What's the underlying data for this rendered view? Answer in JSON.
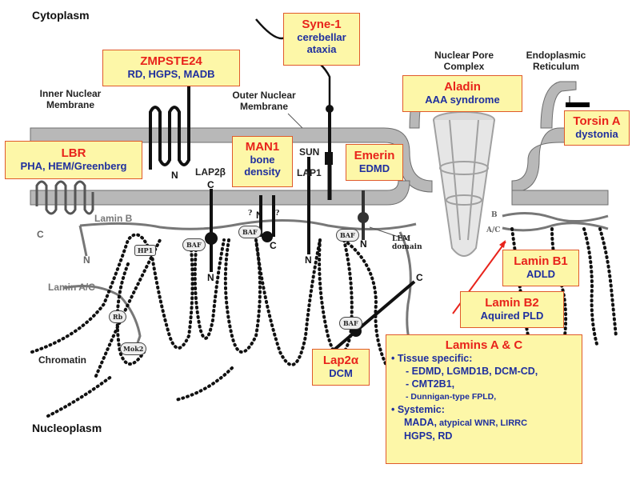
{
  "regions": {
    "cytoplasm": "Cytoplasm",
    "nucleoplasm": "Nucleoplasm",
    "chromatin": "Chromatin"
  },
  "labels": {
    "inner_membrane": [
      "Inner Nuclear",
      "Membrane"
    ],
    "outer_membrane": [
      "Outer Nuclear",
      "Membrane"
    ],
    "nuclear_pore": [
      "Nuclear Pore",
      "Complex"
    ],
    "er": [
      "Endoplasmic",
      "Reticulum"
    ],
    "lamin_b": "Lamin B",
    "lamin_ac": "Lamin A/C",
    "lap2b": "LAP2β",
    "sun": "SUN",
    "lap1": "LAP1",
    "lem_domain": [
      "LEM",
      "domain"
    ],
    "b": "B",
    "ac": "A/C",
    "question": "?"
  },
  "proteins_small": {
    "baf": "BAF",
    "hp1": "HP1",
    "rb": "Rb",
    "mok2": "Mok2"
  },
  "termini": {
    "n": "N",
    "c": "C"
  },
  "boxes": {
    "zmpste24": {
      "title": "ZMPSTE24",
      "sub": "RD, HGPS, MADB"
    },
    "syne1": {
      "title": "Syne-1",
      "sub1": "cerebellar",
      "sub2": "ataxia"
    },
    "aladin": {
      "title": "Aladin",
      "sub": "AAA syndrome"
    },
    "torsin": {
      "title": "Torsin A",
      "sub": "dystonia"
    },
    "lbr": {
      "title": "LBR",
      "sub": "PHA, HEM/Greenberg"
    },
    "man1": {
      "title": "MAN1",
      "sub1": "bone",
      "sub2": "density"
    },
    "emerin": {
      "title": "Emerin",
      "sub": "EDMD"
    },
    "laminb1": {
      "title": "Lamin B1",
      "sub": "ADLD"
    },
    "laminb2": {
      "title": "Lamin B2",
      "sub": "Aquired PLD"
    },
    "lap2a": {
      "title": "Lap2α",
      "sub": "DCM"
    },
    "laminac": {
      "title": "Lamins A & C",
      "tissue": "• Tissue specific:",
      "t1": "- EDMD, LGMD1B, DCM-CD,",
      "t2": "- CMT2B1,",
      "t3": "- Dunnigan-type FPLD,",
      "systemic": "• Systemic:",
      "s1a": "MADA,",
      "s1b": " atypical WNR,",
      "s1c": " LIRRC",
      "s2": "HGPS, RD"
    }
  },
  "colors": {
    "membrane": "#b8b8b8",
    "membrane_edge": "#6e6e6e",
    "box_fill": "#fdf7a8",
    "box_border": "#e05a2b",
    "title_red": "#e8231b",
    "text_blue": "#1f2f9e"
  }
}
